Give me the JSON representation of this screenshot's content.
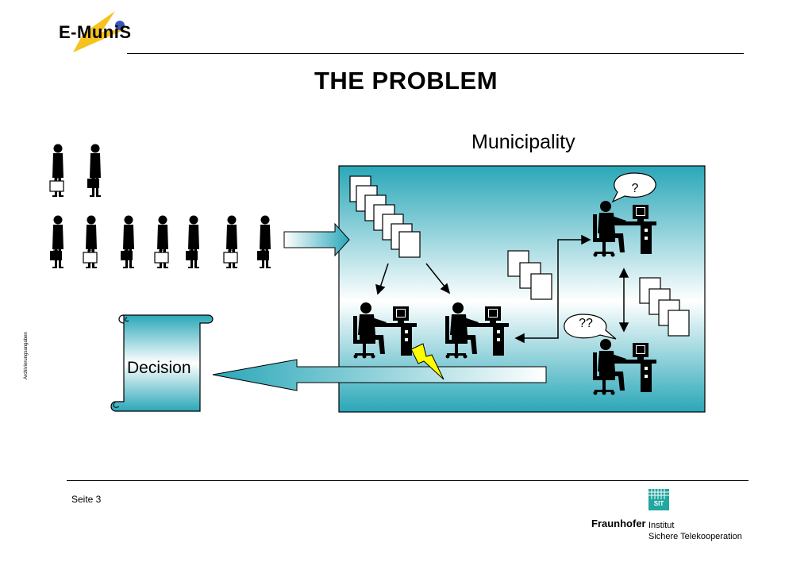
{
  "header": {
    "logo_text": "E-MuniS",
    "title": "THE PROBLEM"
  },
  "diagram": {
    "municipality_label": "Municipality",
    "decision_label": "Decision",
    "question_single": "?",
    "question_double": "??"
  },
  "side": {
    "archive_label": "Archivierungsangaben"
  },
  "footer": {
    "page_number": "Seite 3",
    "institute_name": "Fraunhofer",
    "institute_line1": "Institut",
    "institute_line2": "Sichere Telekooperation",
    "institute_badge": "SIT"
  },
  "colors": {
    "box_teal": "#2aa7b8",
    "logo_yellow": "#f6c21c",
    "logo_blue": "#3a55b4",
    "bolt_yellow": "#ffff00",
    "badge_teal": "#21a6a0"
  }
}
